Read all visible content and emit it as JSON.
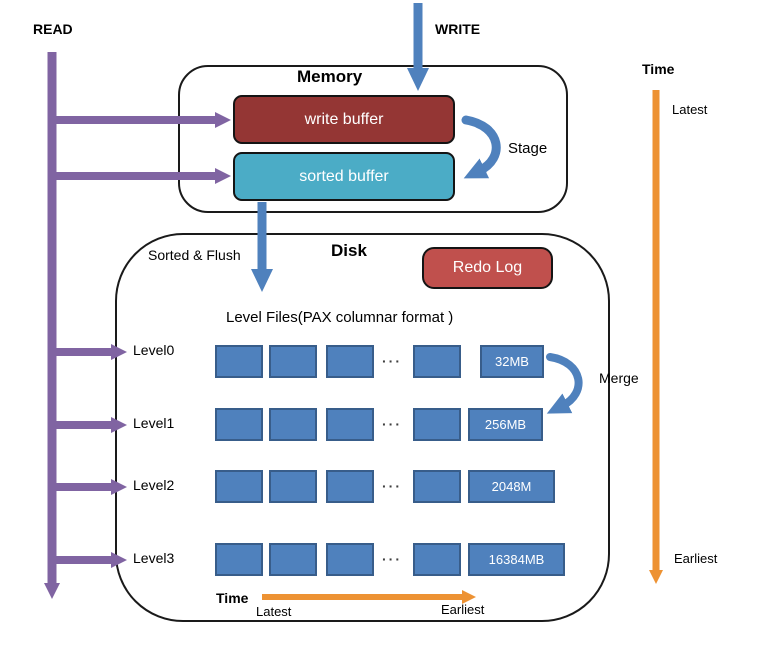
{
  "colors": {
    "purple": "#8064A2",
    "blue": "#4F81BD",
    "blue_border": "#385D8A",
    "dark_red": "#943634",
    "teal": "#4BACC6",
    "red": "#C0504D",
    "orange": "#ED9233",
    "outline": "#141414"
  },
  "read_label": "READ",
  "write_label": "WRITE",
  "memory": {
    "title": "Memory",
    "write_buffer": "write buffer",
    "sorted_buffer": "sorted buffer",
    "stage_label": "Stage"
  },
  "flush_label": "Sorted & Flush",
  "disk": {
    "title": "Disk",
    "redo_log": "Redo Log",
    "files_caption": "Level Files(PAX columnar format )",
    "ellipsis": "···",
    "merge_label": "Merge",
    "levels": [
      {
        "name": "Level0",
        "size": "32MB"
      },
      {
        "name": "Level1",
        "size": "256MB"
      },
      {
        "name": "Level2",
        "size": "2048M"
      },
      {
        "name": "Level3",
        "size": "16384MB"
      }
    ]
  },
  "disk_timeline": {
    "title": "Time",
    "start": "Latest",
    "end": "Earliest"
  },
  "global_timeline": {
    "title": "Time",
    "start": "Latest",
    "end": "Earliest"
  }
}
